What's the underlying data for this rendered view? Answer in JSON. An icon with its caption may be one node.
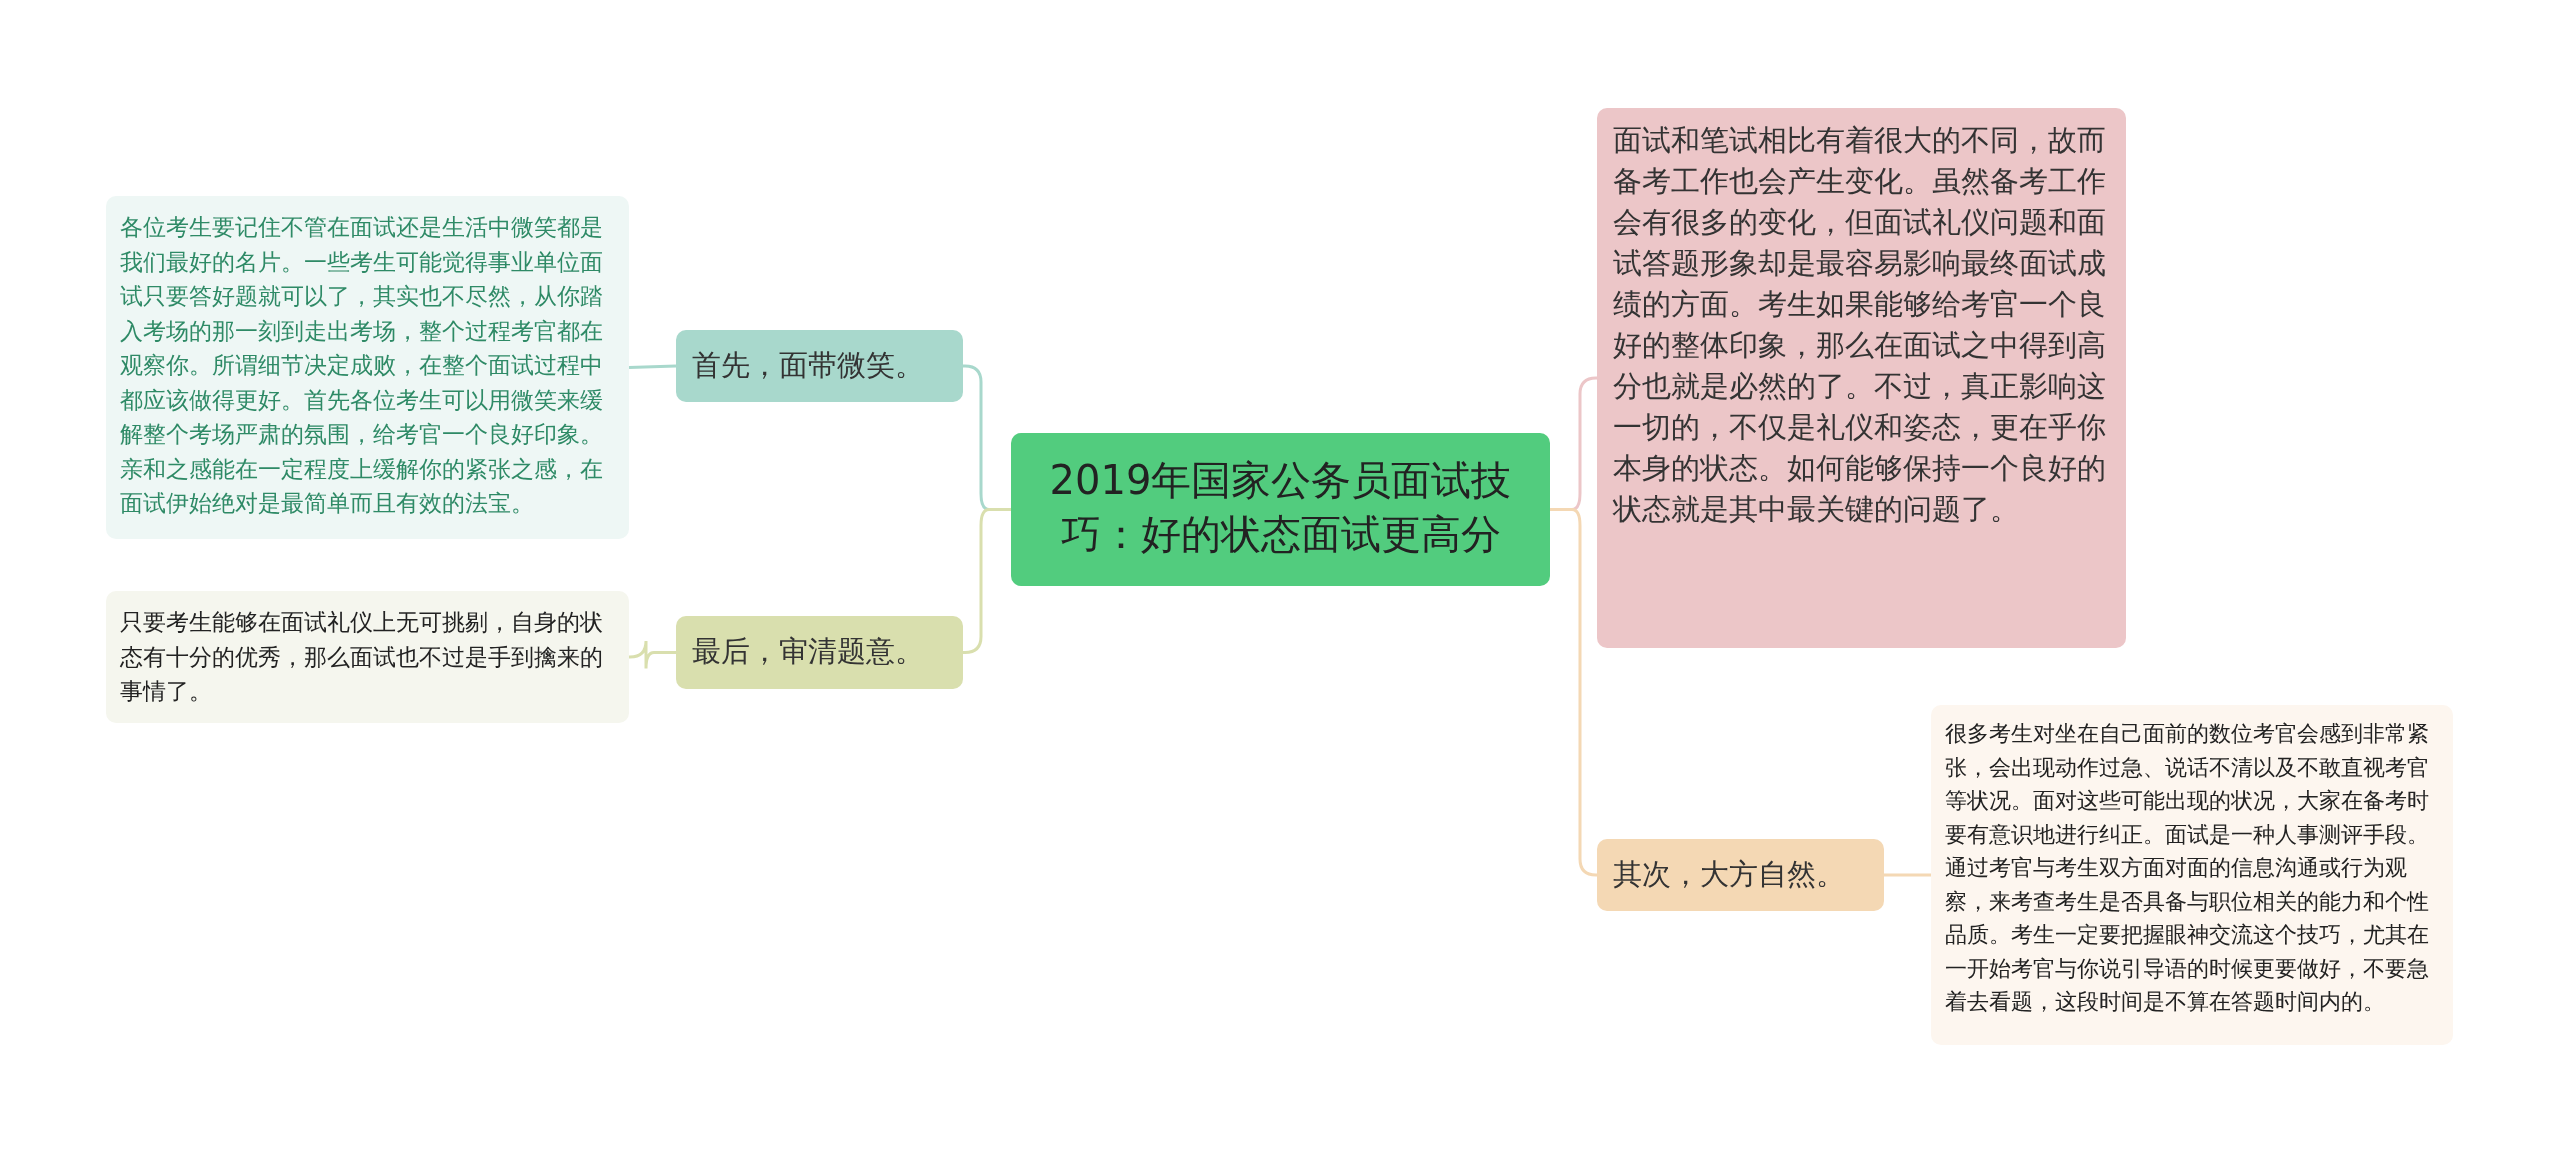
{
  "diagram": {
    "nodes": [
      {
        "text": [
          "2019年国家公务员面试技巧：好的状态面试更高分"
        ]
      },
      {
        "text": [
          "首先，面带微笑。"
        ]
      },
      {
        "text": [
          "各位考生要记住不管在面试还是生活中微笑都是我们最好的名片。一些考生可能觉得事业单位面试只要答好题就可以了，其实也不尽然，从你踏入考场的那一刻到走出考场，整个过程考官都在观察你。所谓细节决定成败，在整个面试过程中都应该做得更好。首先各位考生可以用微笑来缓解整个考场严肃的氛围，给考官一个良好印象。亲和之感能在一定程度上缓解你的紧张之感，在面试伊始绝对是最简单而且有效的法宝。"
        ]
      },
      {
        "text": [
          "最后，审清题意。"
        ]
      },
      {
        "text": [
          "只要考生能够在面试礼仪上无可挑剔，自身的状态有十分的优秀，那么面试也不过是手到擒来的事情了。"
        ]
      },
      {
        "text": [
          "面试和笔试相比有着很大的不同，故而备考工作也会产生变化。虽然备考工作会有很多的变化，但面试礼仪问题和面试答题形象却是最容易影响最终面试成绩的方面。考生如果能够给考官一个良好的整体印象，那么在面试之中得到高分也就是必然的了。不过，真正影响这一切的，不仅是礼仪和姿态，更在乎你本身的状态。如何能够保持一个良好的状态就是其中最关键的问题了。"
        ]
      },
      {
        "text": [
          "其次，大方自然。"
        ]
      },
      {
        "text": [
          "很多考生对坐在自己面前的数位考官会感到非常紧张，会出现动作过急、说话不清以及不敢直视考官等状况。面对这些可能出现的状况，大家在备考时要有意识地进行纠正。面试是一种人事测评手段。通过考官与考生双方面对面的信息沟通或行为观察，来考查考生是否具备与职位相关的能力和个性品质。考生一定要把握眼神交流这个技巧，尤其在一开始考官与你说引导语的时候更要做好，不要急着去看题，这段时间是不算在答题时间内的。"
        ]
      }
    ],
    "edges": [
      {
        "from": 0,
        "to": 1,
        "arrow": "none",
        "color": "#a8d8cc"
      },
      {
        "from": 1,
        "to": 2,
        "arrow": "none",
        "color": "#a8d8cc"
      },
      {
        "from": 0,
        "to": 3,
        "arrow": "none",
        "color": "#d9dfae"
      },
      {
        "from": 3,
        "to": 4,
        "arrow": "none",
        "color": "#d9dfae"
      },
      {
        "from": 0,
        "to": 5,
        "arrow": "none",
        "color": "#ecc6c8"
      },
      {
        "from": 0,
        "to": 6,
        "arrow": "none",
        "color": "#f4d8b4"
      },
      {
        "from": 6,
        "to": 7,
        "arrow": "none",
        "color": "#f4d8b4"
      }
    ]
  }
}
